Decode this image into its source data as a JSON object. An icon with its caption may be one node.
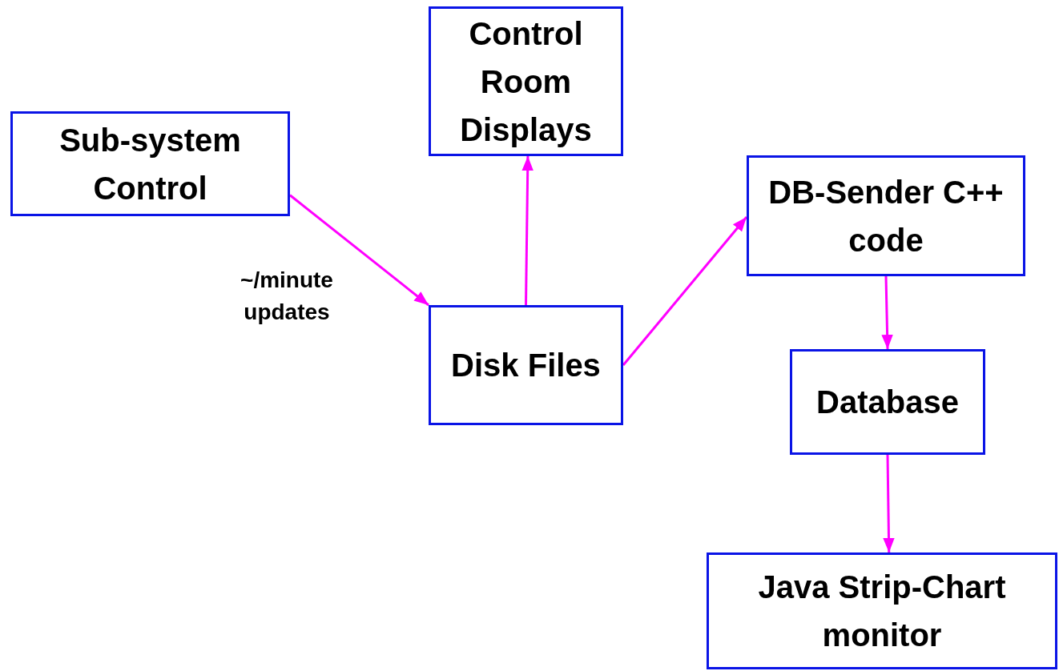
{
  "diagram": {
    "nodes": [
      {
        "text": [
          "Sub-system Control"
        ]
      },
      {
        "text": [
          "Control Room Displays"
        ]
      },
      {
        "text": [
          "Disk Files"
        ]
      },
      {
        "text": [
          "DB-Sender C++ code"
        ]
      },
      {
        "text": [
          "Database"
        ]
      },
      {
        "text": [
          "Java Strip-Chart monitor"
        ]
      }
    ],
    "edges": [
      {
        "from": 0,
        "to": 2,
        "arrow": "to",
        "label": "~/minute updates"
      },
      {
        "from": 2,
        "to": 1,
        "arrow": "to"
      },
      {
        "from": 2,
        "to": 3,
        "arrow": "to"
      },
      {
        "from": 3,
        "to": 4,
        "arrow": "to"
      },
      {
        "from": 4,
        "to": 5,
        "arrow": "to"
      }
    ]
  }
}
